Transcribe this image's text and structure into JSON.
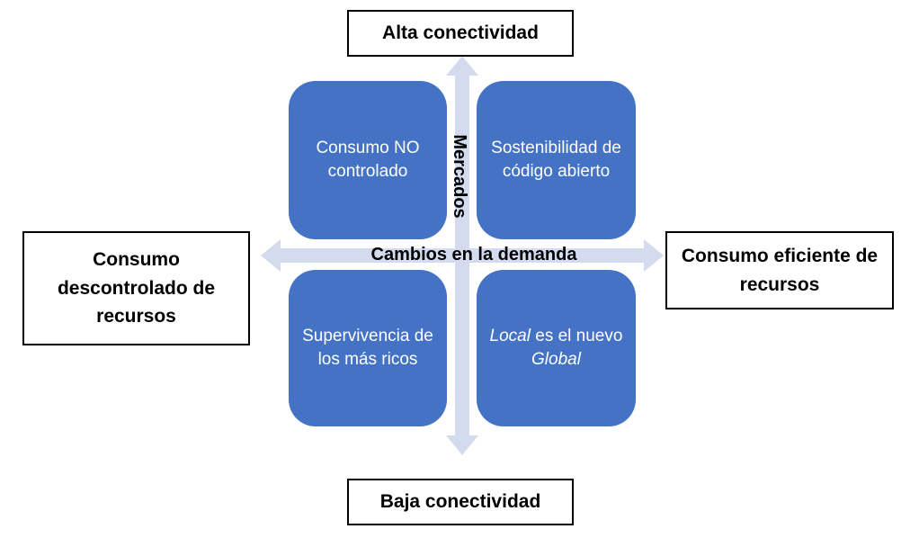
{
  "axes": {
    "horizontal_label": "Cambios en la demanda",
    "vertical_label": "Mercados",
    "arrow_color": "#d5dbee"
  },
  "poles": {
    "top": "Alta conectividad",
    "bottom": "Baja conectividad",
    "left": "Consumo descontrolado de recursos",
    "right": "Consumo eficiente de recursos"
  },
  "quadrants": {
    "color": "#4472c4",
    "top_left": "Consumo NO controlado",
    "top_right": "Sostenibilidad de código abierto",
    "bottom_left": "Supervivencia de los más ricos",
    "bottom_right": {
      "part1": "Local",
      "part2": " es el nuevo ",
      "part3": "Global"
    }
  }
}
